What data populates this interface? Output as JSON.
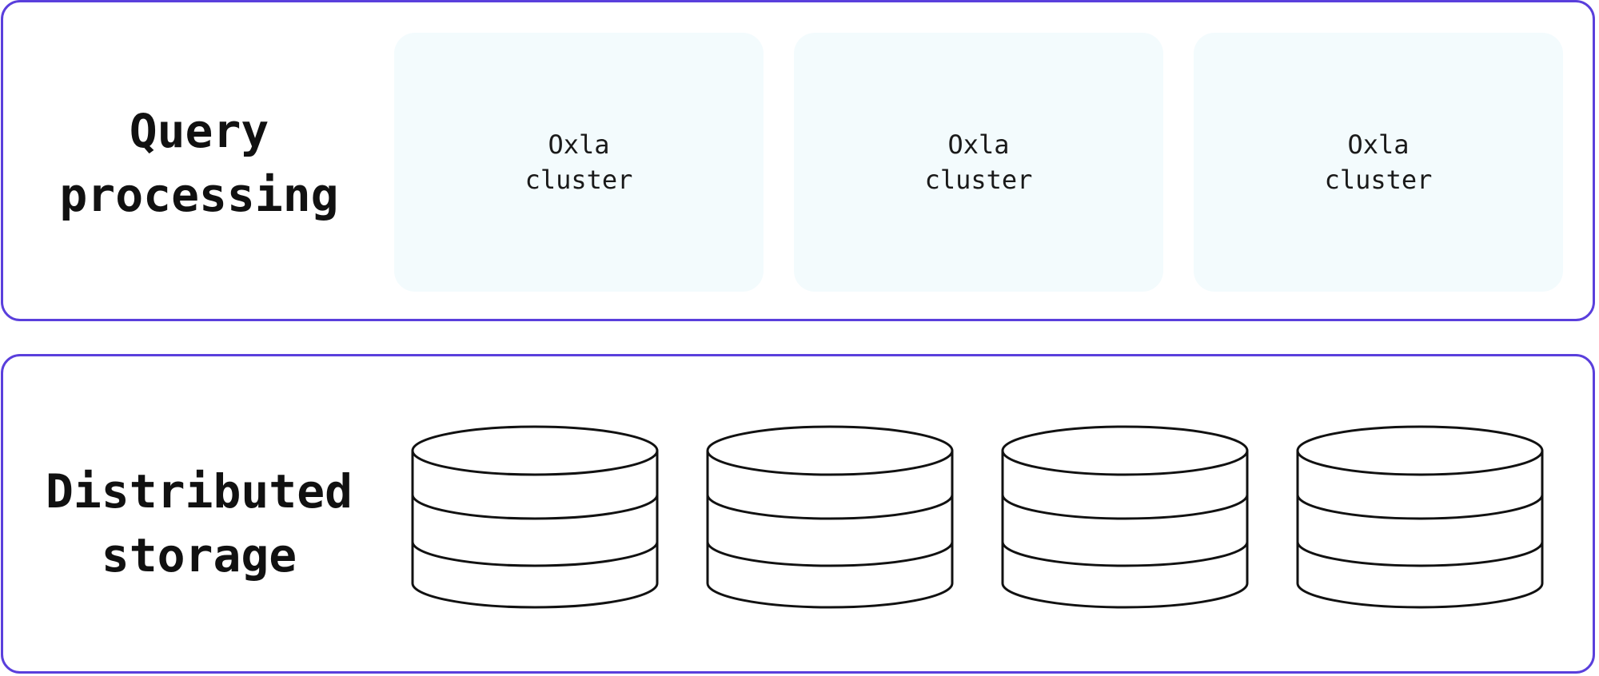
{
  "query_section": {
    "title_line1": "Query",
    "title_line2": "processing",
    "clusters": [
      {
        "line1": "Oxla",
        "line2": "cluster"
      },
      {
        "line1": "Oxla",
        "line2": "cluster"
      },
      {
        "line1": "Oxla",
        "line2": "cluster"
      }
    ]
  },
  "storage_section": {
    "title_line1": "Distributed",
    "title_line2": "storage",
    "database_icon_count": 4
  },
  "colors": {
    "panel_border": "#5a3fdc",
    "cluster_fill": "#f3fbfd",
    "text": "#111111"
  }
}
